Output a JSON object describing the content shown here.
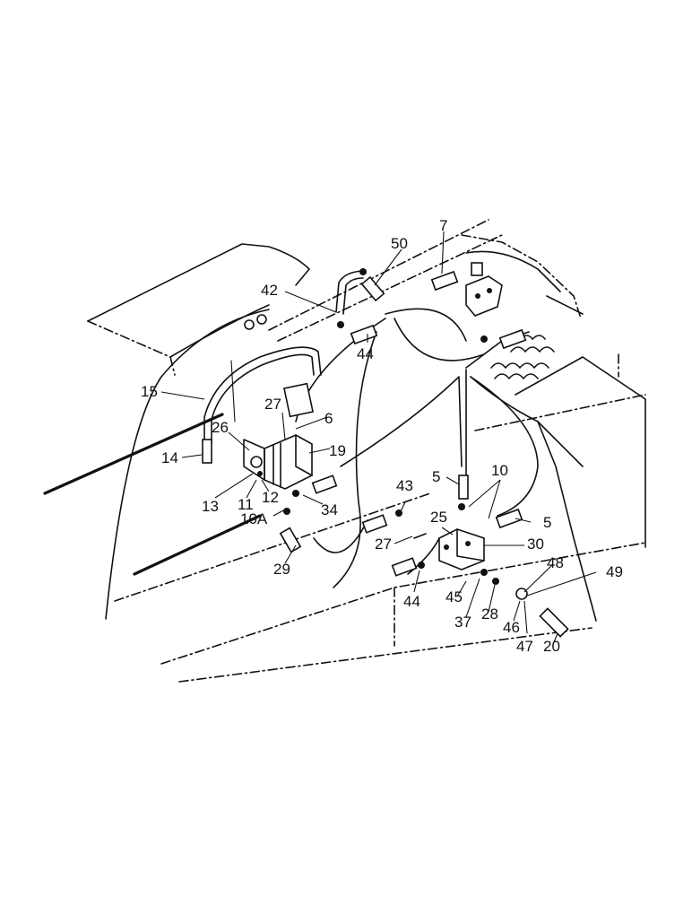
{
  "callouts": [
    {
      "id": "c50",
      "label": "50"
    },
    {
      "id": "c7",
      "label": "7"
    },
    {
      "id": "c42",
      "label": "42"
    },
    {
      "id": "c44a",
      "label": "44"
    },
    {
      "id": "c15",
      "label": "15"
    },
    {
      "id": "c27a",
      "label": "27"
    },
    {
      "id": "c6",
      "label": "6"
    },
    {
      "id": "c26",
      "label": "26"
    },
    {
      "id": "c19",
      "label": "19"
    },
    {
      "id": "c14",
      "label": "14"
    },
    {
      "id": "c13",
      "label": "13"
    },
    {
      "id": "c11",
      "label": "11"
    },
    {
      "id": "c12",
      "label": "12"
    },
    {
      "id": "c10A",
      "label": "10A"
    },
    {
      "id": "c34",
      "label": "34"
    },
    {
      "id": "c29",
      "label": "29"
    },
    {
      "id": "c43",
      "label": "43"
    },
    {
      "id": "c5a",
      "label": "5"
    },
    {
      "id": "c10",
      "label": "10"
    },
    {
      "id": "c25",
      "label": "25"
    },
    {
      "id": "c5b",
      "label": "5"
    },
    {
      "id": "c27b",
      "label": "27"
    },
    {
      "id": "c30",
      "label": "30"
    },
    {
      "id": "c48",
      "label": "48"
    },
    {
      "id": "c49",
      "label": "49"
    },
    {
      "id": "c44b",
      "label": "44"
    },
    {
      "id": "c45",
      "label": "45"
    },
    {
      "id": "c37",
      "label": "37"
    },
    {
      "id": "c28",
      "label": "28"
    },
    {
      "id": "c46",
      "label": "46"
    },
    {
      "id": "c47",
      "label": "47"
    },
    {
      "id": "c20",
      "label": "20"
    }
  ]
}
